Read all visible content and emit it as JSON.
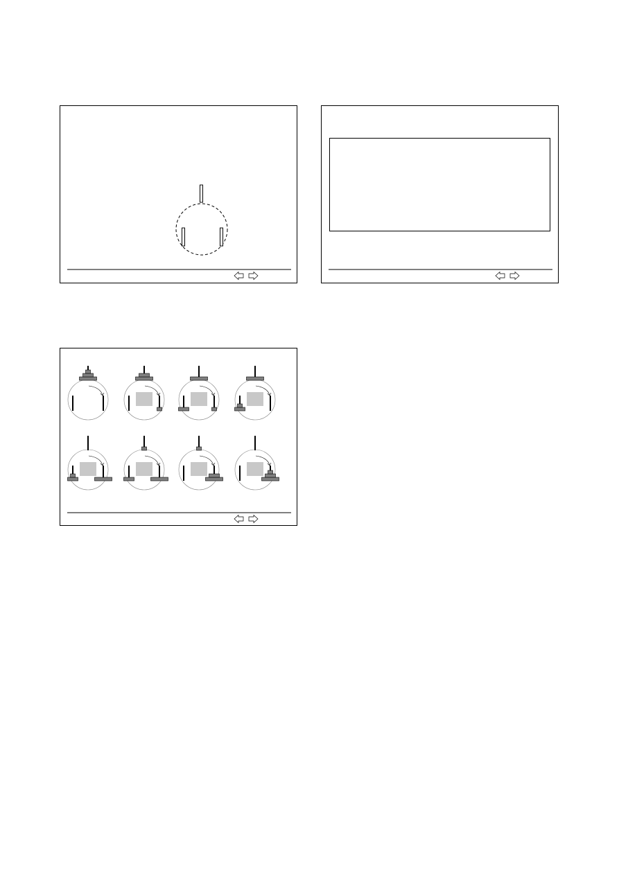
{
  "page": {
    "background": "#ffffff"
  },
  "colors": {
    "frame": "#000000",
    "disk": "#808080",
    "center_box": "#c8c8c8",
    "circle": "#808080"
  },
  "slides": [
    {
      "id": "slide-1",
      "content": "three-pegs-on-dashed-circle",
      "nav": {
        "prev_icon": "arrow-left-icon",
        "next_icon": "arrow-right-icon"
      }
    },
    {
      "id": "slide-2",
      "content": "empty-text-box",
      "nav": {
        "prev_icon": "arrow-left-icon",
        "next_icon": "arrow-right-icon"
      }
    },
    {
      "id": "slide-3",
      "content": "tower-of-hanoi-move-sequence",
      "steps": [
        {
          "step": 1,
          "pegs": [
            [
              3,
              2,
              1
            ],
            [],
            []
          ]
        },
        {
          "step": 2,
          "pegs": [
            [
              3,
              2
            ],
            [],
            [
              1
            ]
          ]
        },
        {
          "step": 3,
          "pegs": [
            [
              3
            ],
            [
              2
            ],
            [
              1
            ]
          ]
        },
        {
          "step": 4,
          "pegs": [
            [
              3
            ],
            [
              2,
              1
            ],
            []
          ]
        },
        {
          "step": 5,
          "pegs": [
            [],
            [
              2,
              1
            ],
            [
              3
            ]
          ]
        },
        {
          "step": 6,
          "pegs": [
            [
              1
            ],
            [
              2
            ],
            [
              3
            ]
          ]
        },
        {
          "step": 7,
          "pegs": [
            [
              1
            ],
            [],
            [
              3,
              2
            ]
          ]
        },
        {
          "step": 8,
          "pegs": [
            [],
            [],
            [
              3,
              2,
              1
            ]
          ]
        }
      ],
      "nav": {
        "prev_icon": "arrow-left-icon",
        "next_icon": "arrow-right-icon"
      }
    }
  ]
}
